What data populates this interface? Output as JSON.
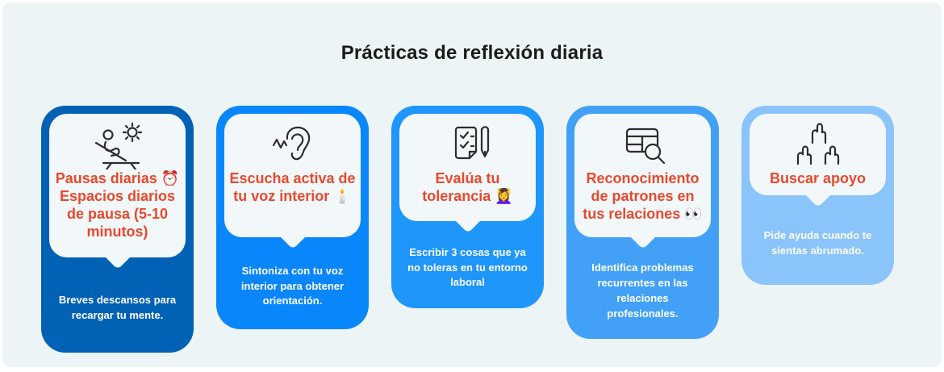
{
  "page": {
    "title": "Prácticas de reflexión diaria",
    "background_color": "#ecf4f6",
    "title_color": "#1b1b1b"
  },
  "colors": {
    "card_title_text": "#e8492c",
    "card_body_text": "#ffffff",
    "bubble_background": "#f2f7fa"
  },
  "cards": [
    {
      "icon": "lounge-chair-sun-icon",
      "color": "#0161b5",
      "title": "Pausas diarias ⏰ Espacios diarios de pausa (5-10 minutos)",
      "body": "Breves descansos para recargar tu mente."
    },
    {
      "icon": "ear-listening-icon",
      "color": "#0a86fb",
      "title": "Escucha activa de tu voz interior 🕯️",
      "body": "Sintoniza con tu voz interior para obtener orientación."
    },
    {
      "icon": "checklist-pen-icon",
      "color": "#1e96fa",
      "title": "Evalúa tu tolerancia 💆‍♀️",
      "body": "Escribir 3 cosas que ya no toleras en tu entorno laboral"
    },
    {
      "icon": "table-magnifier-icon",
      "color": "#42a1f6",
      "title": "Reconocimiento de patrones en tus relaciones 👀",
      "body": "Identifica problemas recurrentes en las relaciones profesionales."
    },
    {
      "icon": "raised-hands-icon",
      "color": "#8ac4fa",
      "title": "Buscar apoyo",
      "body": "Pide ayuda cuando te sientas abrumado."
    }
  ]
}
